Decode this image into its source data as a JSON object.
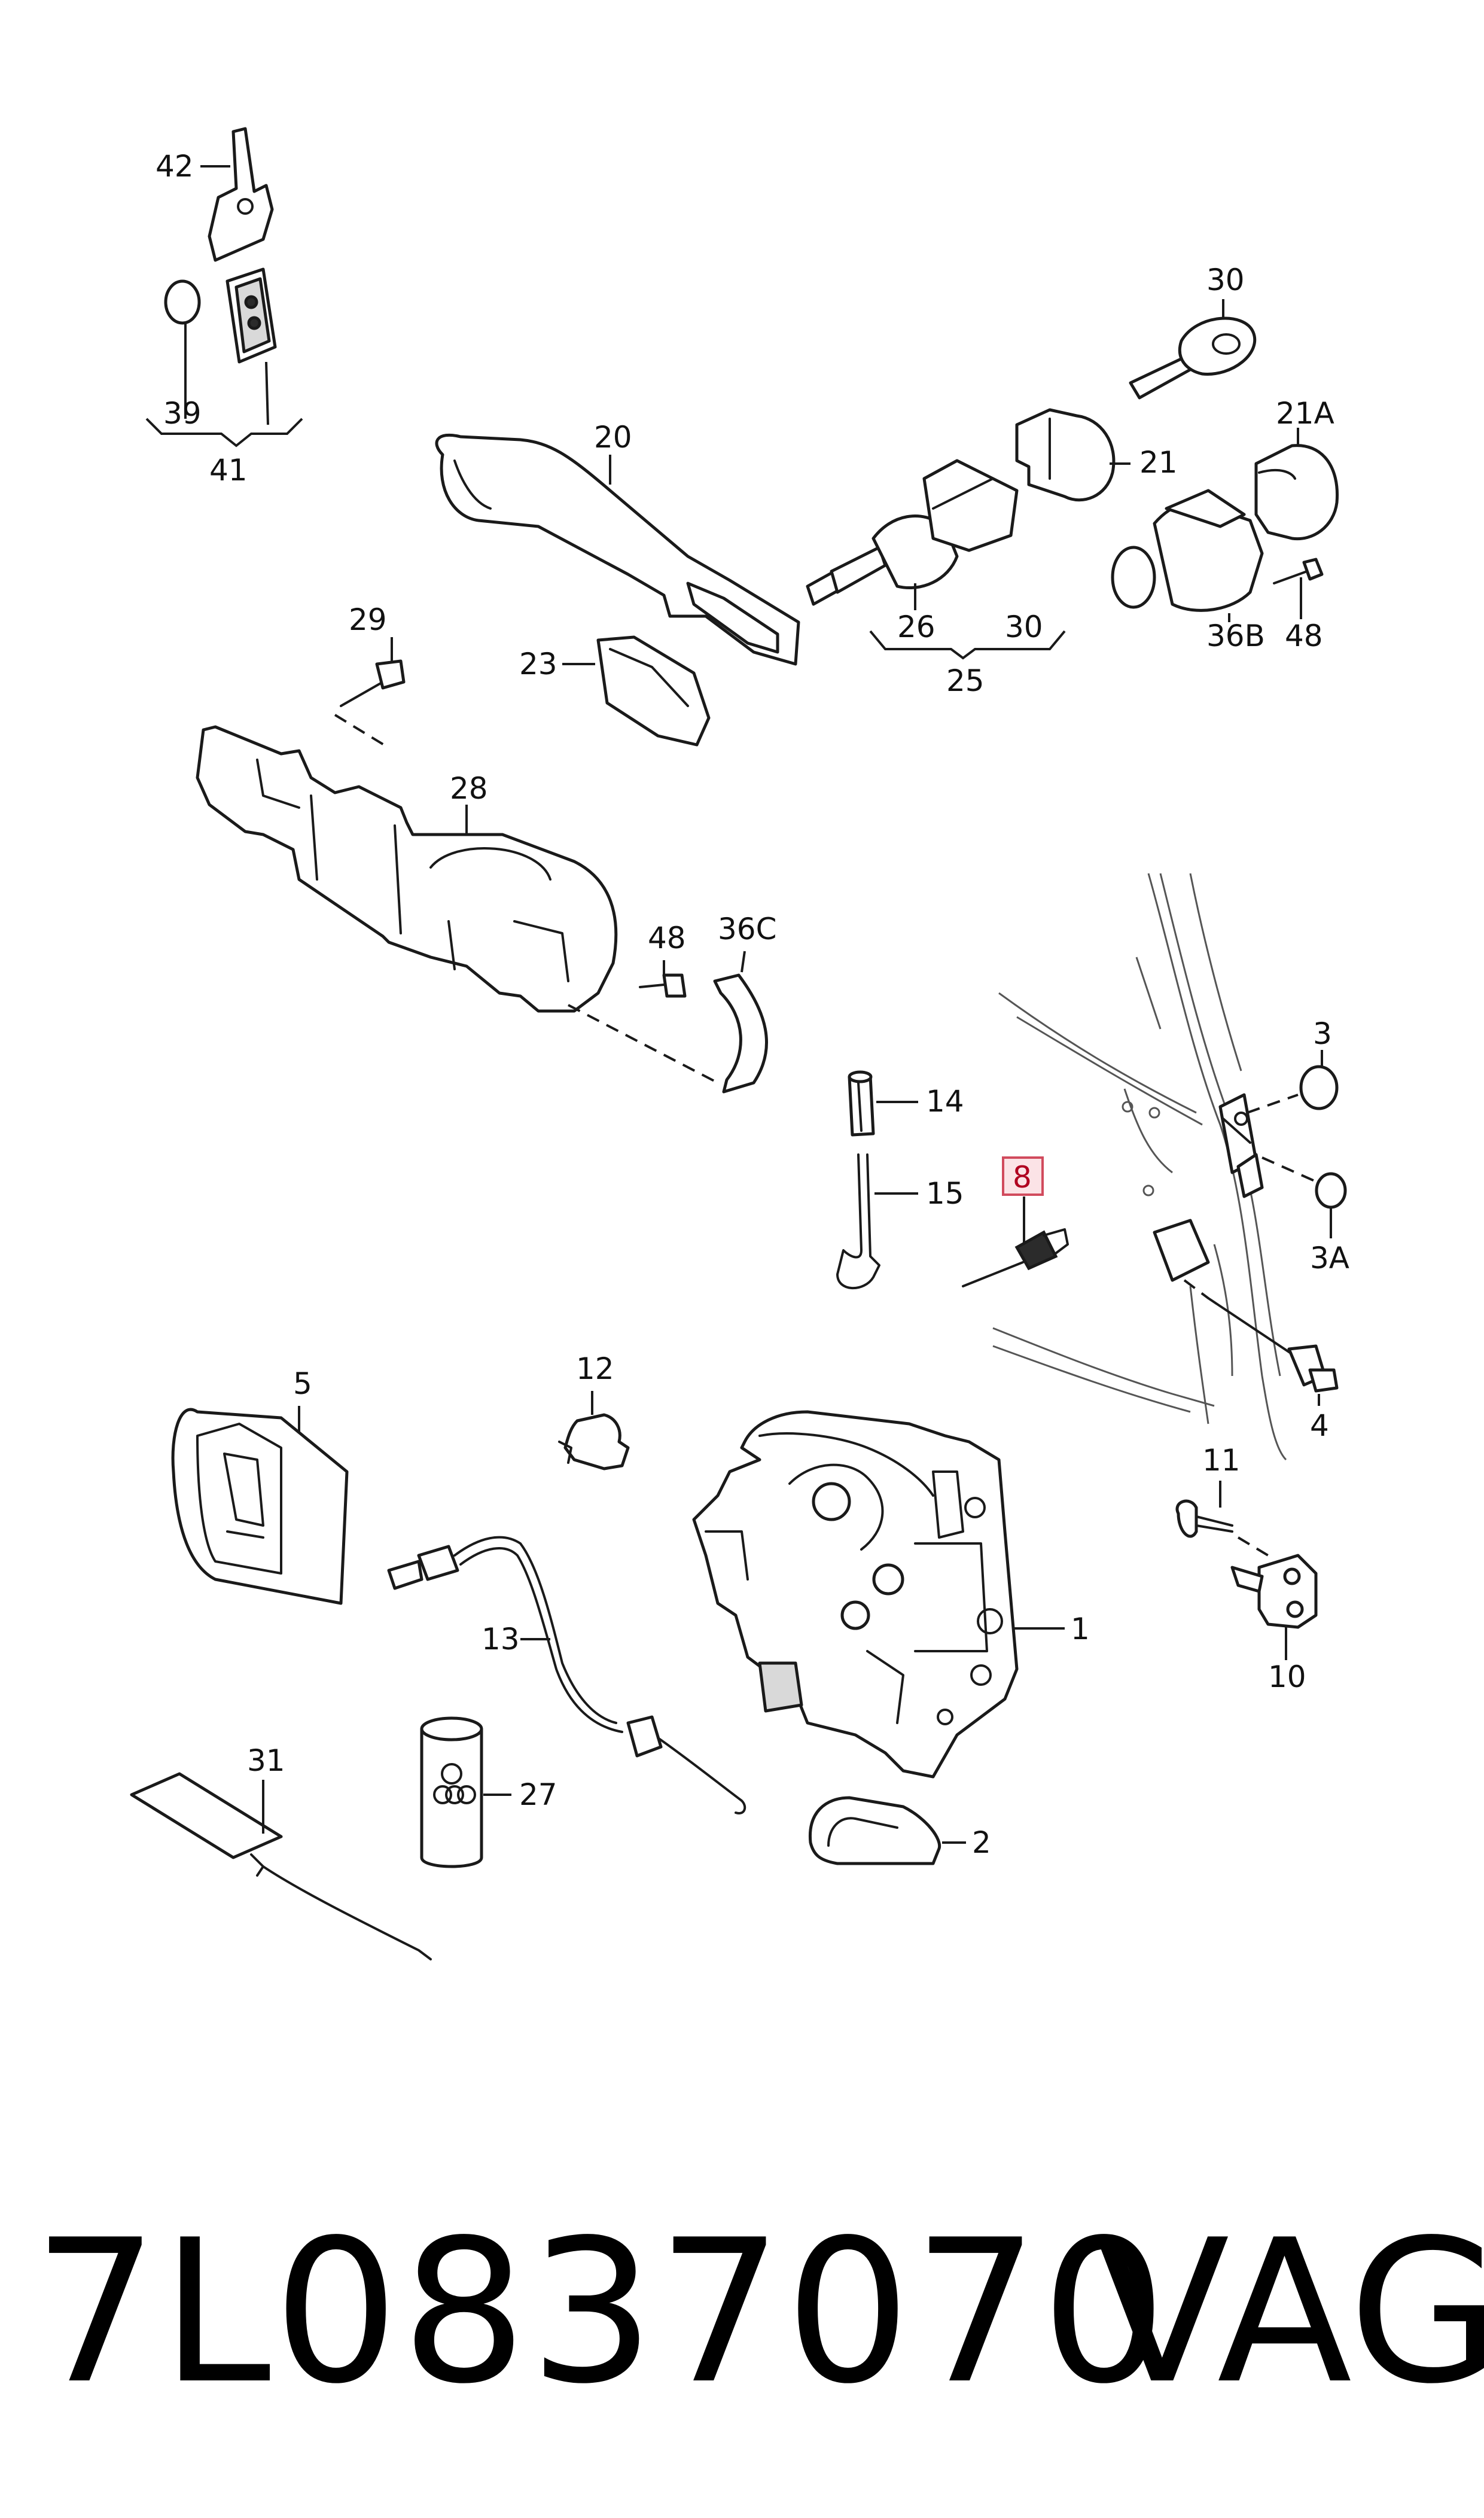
{
  "callouts": {
    "c42": "42",
    "c39": "39",
    "c41": "41",
    "c20": "20",
    "c30a": "30",
    "c21": "21",
    "c21a": "21A",
    "c26": "26",
    "c30b": "30",
    "c25": "25",
    "c36b": "36B",
    "c48a": "48",
    "c29": "29",
    "c23": "23",
    "c28": "28",
    "c48b": "48",
    "c36c": "36C",
    "c14": "14",
    "c15": "15",
    "c8": "8",
    "c3": "3",
    "c3a": "3A",
    "c4": "4",
    "c5": "5",
    "c12": "12",
    "c11": "11",
    "c10": "10",
    "c13": "13",
    "c1": "1",
    "c31": "31",
    "c27": "27",
    "c2": "2"
  },
  "highlighted_callout": "8",
  "footer": {
    "part_number": "7L0837070",
    "brand": "VAG"
  },
  "colors": {
    "highlight_border": "#d14b5d",
    "highlight_fill": "#fbe3e6",
    "line": "#1a1a1a"
  }
}
